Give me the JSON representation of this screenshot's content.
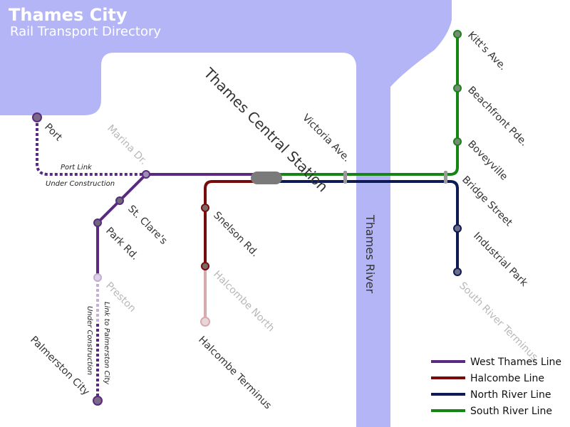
{
  "title": "Thames City",
  "subtitle": "Rail Transport Directory",
  "central_station": "Thames Central Station",
  "river": "Thames River",
  "colors": {
    "water": "#b3b5f6",
    "west_thames": "#5a2a82",
    "halcombe": "#7a0a0a",
    "north_river": "#0d1a54",
    "south_river": "#168516"
  },
  "notes": {
    "port_link": "Port Link",
    "under_construction": "Under Construction",
    "palmerston_link": "Link to Palmerston City"
  },
  "stations": {
    "port": "Port",
    "marina": "Marina Dr.",
    "st_clares": "St. Clare's",
    "park": "Park Rd.",
    "preston": "Preston",
    "palmerston": "Palmerston City",
    "snelson": "Snelson Rd.",
    "halcombe_north": "Halcombe North",
    "halcombe_terminus": "Halcombe Terminus",
    "victoria": "Victoria Ave.",
    "bridge": "Bridge Street",
    "industrial": "Industrial Park",
    "south_river_terminus": "South River Terminus",
    "kitts": "Kitt's Ave.",
    "beachfront": "Beachfront Pde.",
    "boveyville": "Boveyville"
  },
  "legend": [
    {
      "label": "West Thames Line",
      "color": "#5a2a82"
    },
    {
      "label": "Halcombe Line",
      "color": "#7a0a0a"
    },
    {
      "label": "North River Line",
      "color": "#0d1a54"
    },
    {
      "label": "South River Line",
      "color": "#168516"
    }
  ]
}
